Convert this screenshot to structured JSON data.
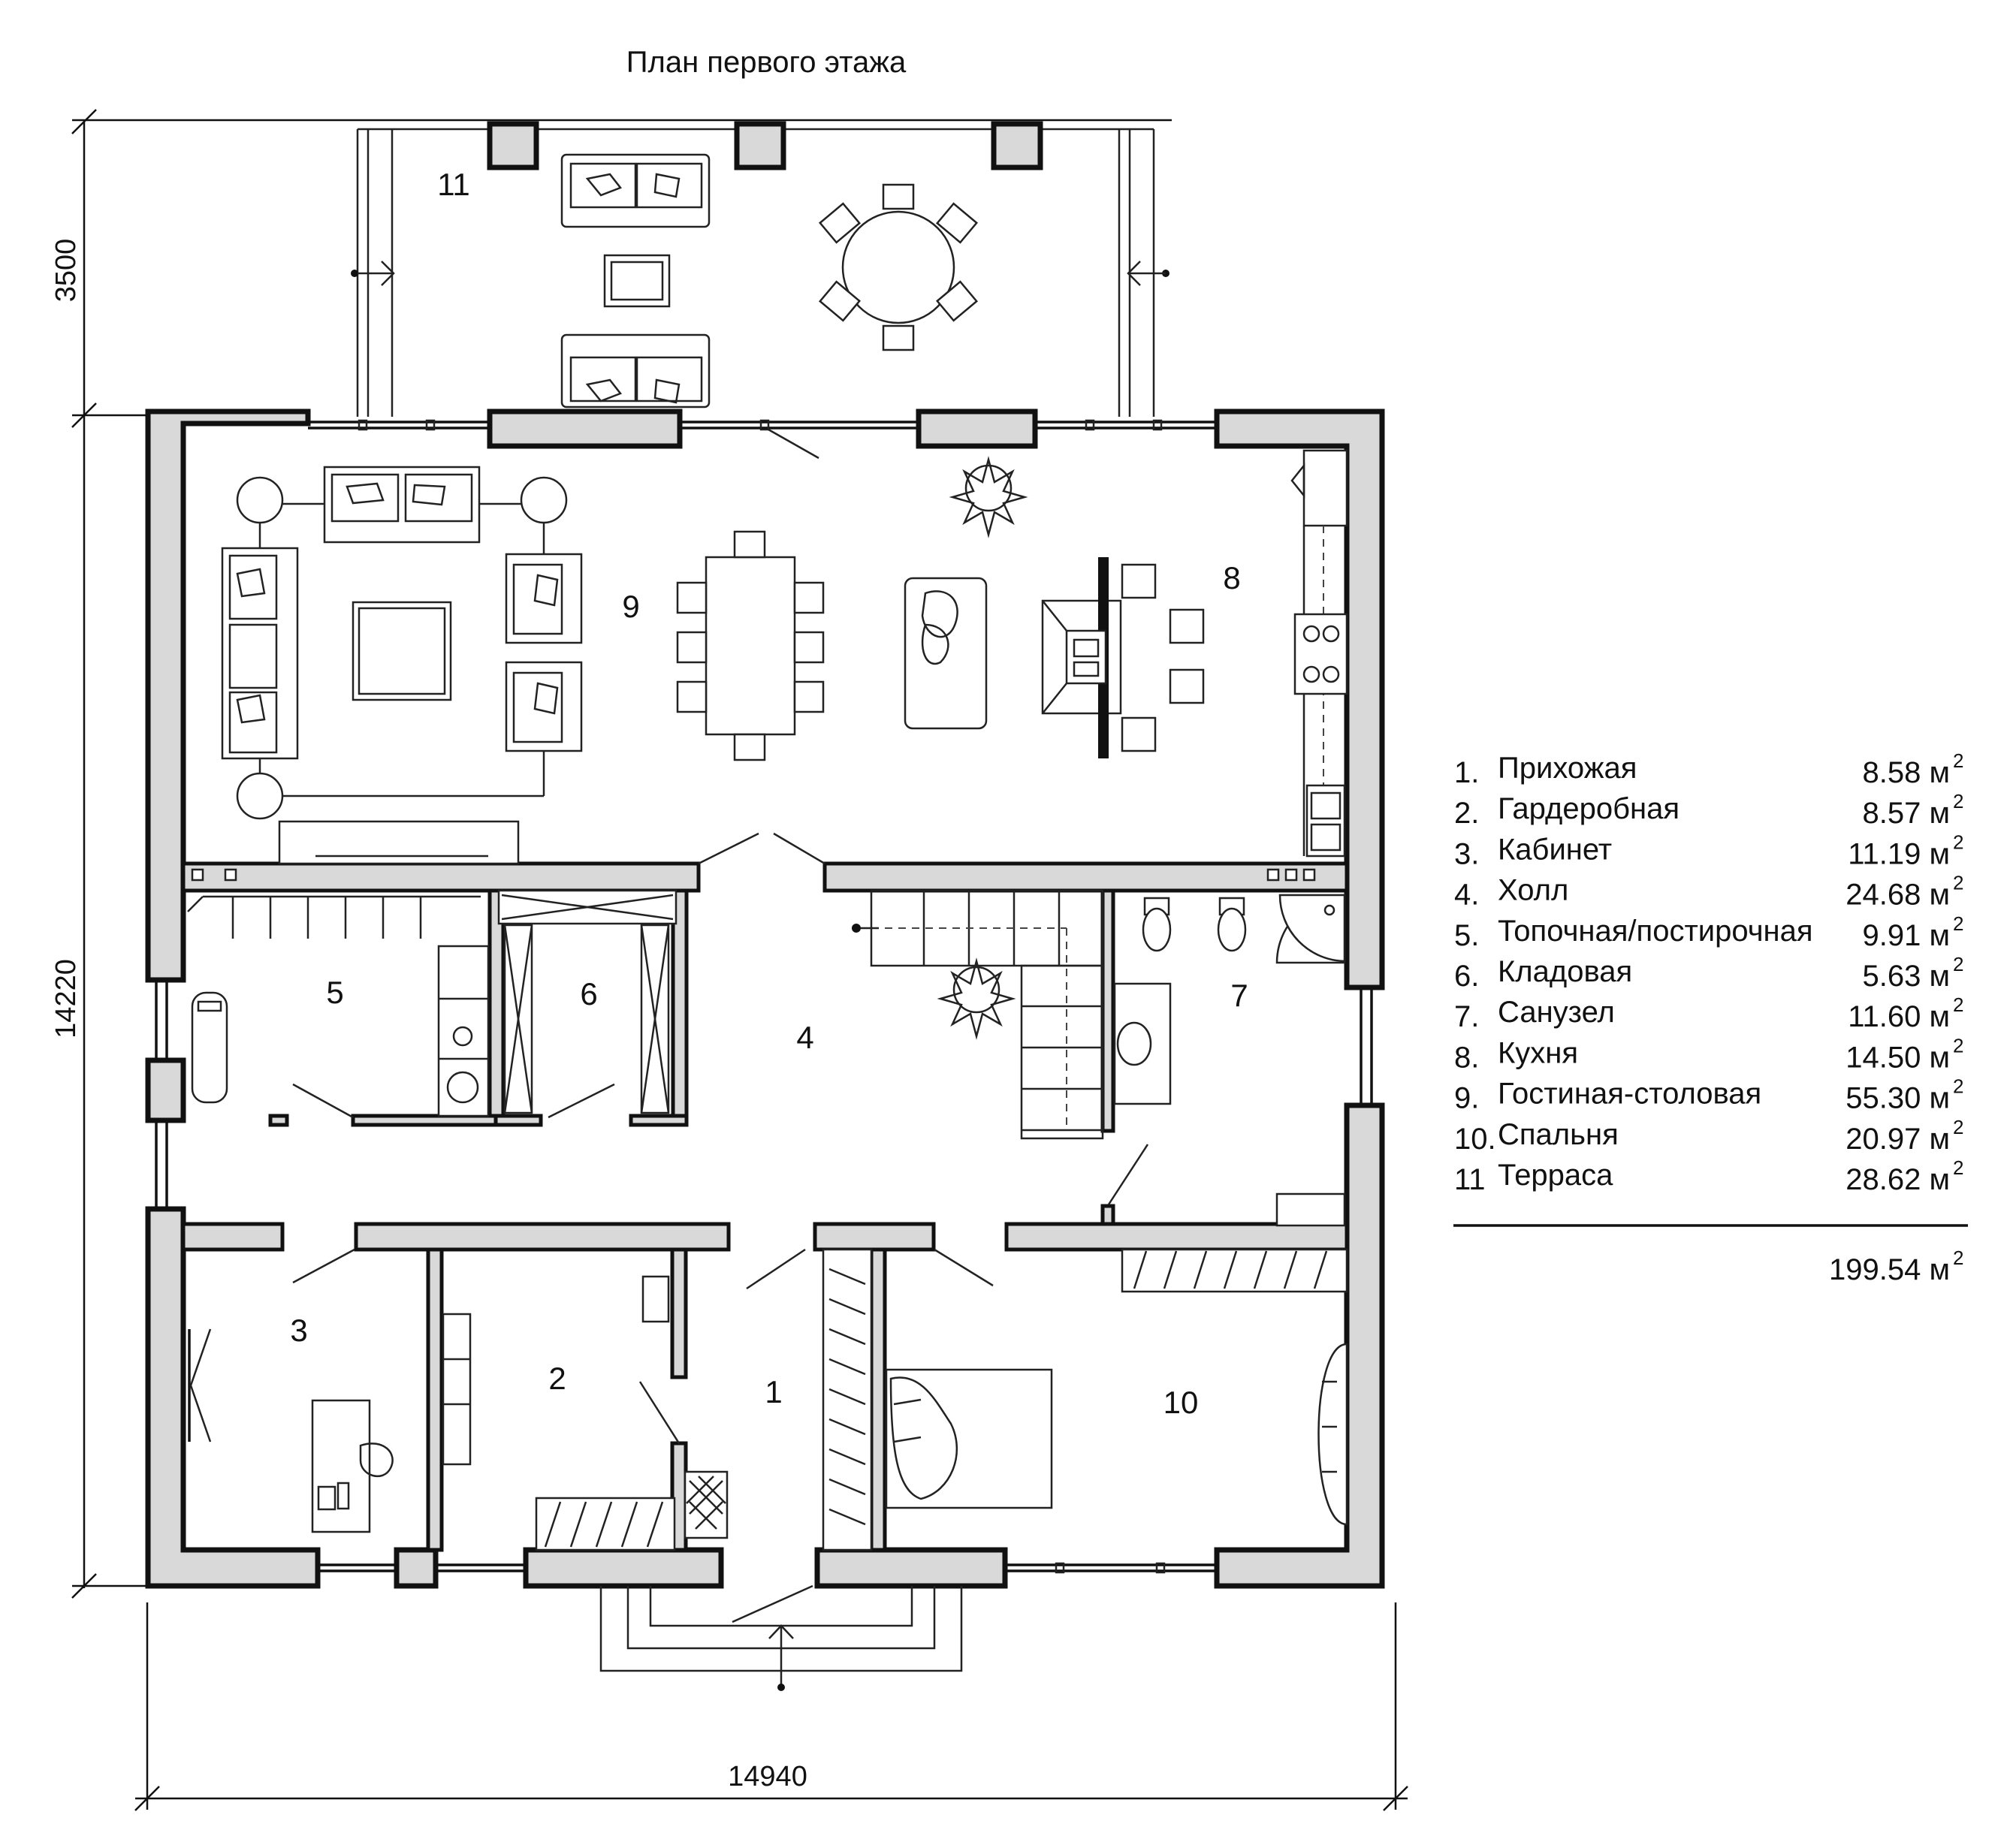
{
  "title": "План первого этажа",
  "dimensions": {
    "terrace_depth": "3500",
    "house_depth": "14220",
    "house_width": "14940"
  },
  "room_numbers": {
    "r1": "1",
    "r2": "2",
    "r3": "3",
    "r4": "4",
    "r5": "5",
    "r6": "6",
    "r7": "7",
    "r8": "8",
    "r9": "9",
    "r10": "10",
    "r11": "11"
  },
  "legend": {
    "rooms": [
      {
        "num": "1.",
        "name": "Прихожая",
        "area": "8.58 м",
        "sup": "2"
      },
      {
        "num": "2.",
        "name": "Гардеробная",
        "area": "8.57 м",
        "sup": "2"
      },
      {
        "num": "3.",
        "name": "Кабинет",
        "area": "11.19 м",
        "sup": "2"
      },
      {
        "num": "4.",
        "name": "Холл",
        "area": "24.68 м",
        "sup": "2"
      },
      {
        "num": "5.",
        "name": "Топочная/постирочная",
        "area": "9.91 м",
        "sup": "2"
      },
      {
        "num": "6.",
        "name": "Кладовая",
        "area": "5.63 м",
        "sup": "2"
      },
      {
        "num": "7.",
        "name": "Санузел",
        "area": "11.60 м",
        "sup": "2"
      },
      {
        "num": "8.",
        "name": "Кухня",
        "area": "14.50 м",
        "sup": "2"
      },
      {
        "num": "9.",
        "name": "Гостиная-столовая",
        "area": "55.30 м",
        "sup": "2"
      },
      {
        "num": "10.",
        "name": "Спальня",
        "area": "20.97 м",
        "sup": "2"
      },
      {
        "num": "11",
        "name": "Терраса",
        "area": "28.62 м",
        "sup": "2"
      }
    ],
    "total": "199.54 м",
    "total_sup": "2"
  }
}
